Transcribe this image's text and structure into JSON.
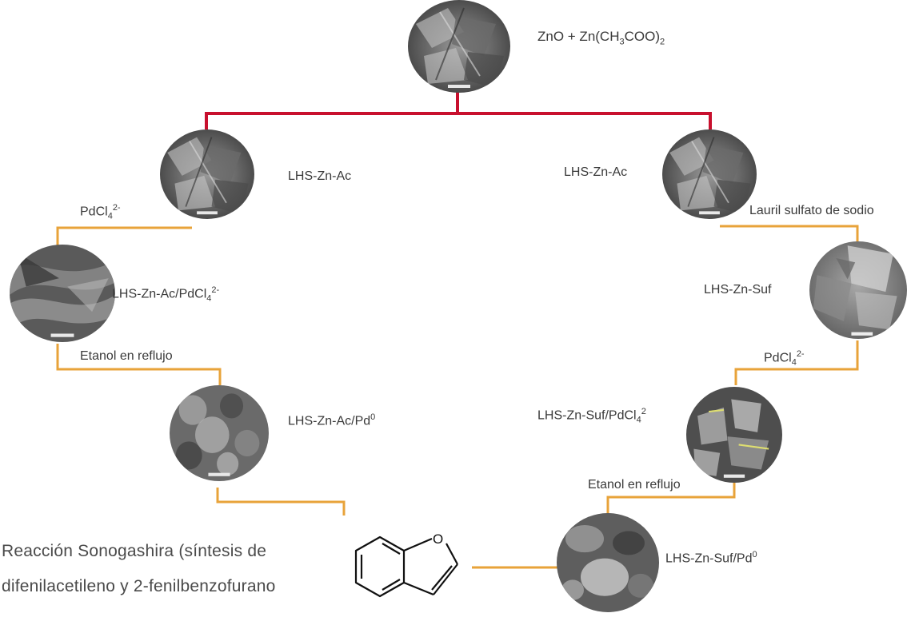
{
  "colors": {
    "red_line": "#c8102e",
    "orange_line": "#e8a33a",
    "text": "#3a3a3a"
  },
  "nodes": {
    "top": {
      "label_pre": "ZnO + Zn(CH",
      "label_sub1": "3",
      "label_mid": "COO)",
      "label_sub2": "2"
    },
    "left_1": {
      "label": "LHS-Zn-Ac"
    },
    "left_2": {
      "label_pre": "LHS-Zn-Ac/PdCl",
      "label_sub": "4",
      "label_sup": "2-"
    },
    "left_3": {
      "label_pre": "LHS-Zn-Ac/Pd",
      "label_sup": "0"
    },
    "right_1": {
      "label": "LHS-Zn-Ac"
    },
    "right_2": {
      "label": "LHS-Zn-Suf"
    },
    "right_3": {
      "label_pre": "LHS-Zn-Suf/PdCl",
      "label_sub": "4",
      "label_sup": "2"
    },
    "right_4": {
      "label_pre": "LHS-Zn-Suf/Pd",
      "label_sup": "0"
    }
  },
  "steps": {
    "left_pd": {
      "label_pre": "PdCl",
      "label_sub": "4",
      "label_sup": "2-"
    },
    "left_etanol": {
      "label": "Etanol en reflujo"
    },
    "right_lauril": {
      "label": "Lauril sulfato de sodio"
    },
    "right_pd": {
      "label_pre": "PdCl",
      "label_sub": "4",
      "label_sup": "2-"
    },
    "right_etanol": {
      "label": "Etanol en reflujo"
    }
  },
  "reaction": {
    "line1": "Reacción  Sonogashira (síntesis de",
    "line2": "difenilacetileno y 2-fenilbenzofurano",
    "oxygen": "O"
  },
  "icons": [
    "sem-micrograph-icon",
    "benzofuran-structure-icon"
  ]
}
